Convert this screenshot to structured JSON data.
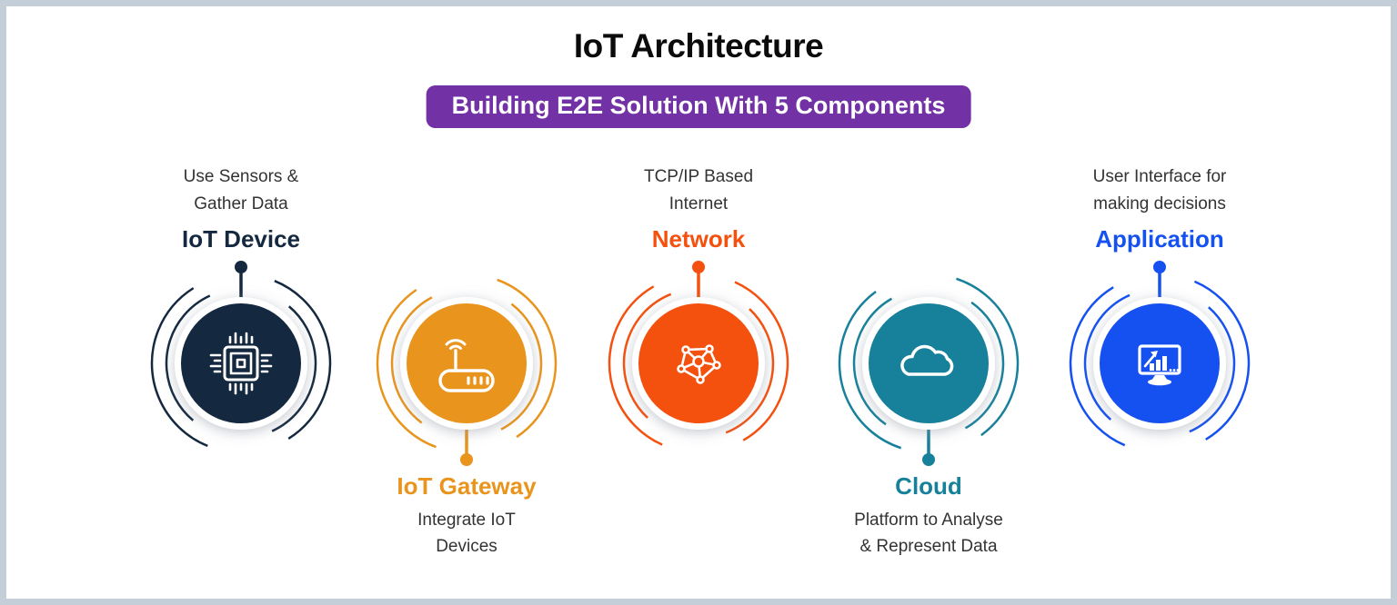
{
  "page": {
    "title": "IoT Architecture",
    "banner": "Building E2E Solution With 5 Components",
    "banner_color": "#7231a5",
    "frame_border_color": "#c3ced8",
    "background_color": "#ffffff",
    "text_color": "#333333"
  },
  "components": [
    {
      "id": "iot-device",
      "title": "IoT Device",
      "description": [
        "Use Sensors &",
        "Gather Data"
      ],
      "color": "#142940",
      "label_position": "top",
      "icon": "chip-icon"
    },
    {
      "id": "iot-gateway",
      "title": "IoT Gateway",
      "description": [
        "Integrate IoT",
        "Devices"
      ],
      "color": "#e8941d",
      "label_position": "bottom",
      "icon": "router-icon"
    },
    {
      "id": "network",
      "title": "Network",
      "description": [
        "TCP/IP Based",
        "Internet"
      ],
      "color": "#f4500e",
      "label_position": "top",
      "icon": "mesh-network-icon"
    },
    {
      "id": "cloud",
      "title": "Cloud",
      "description": [
        "Platform to Analyse",
        "& Represent Data"
      ],
      "color": "#17809a",
      "label_position": "bottom",
      "icon": "cloud-icon"
    },
    {
      "id": "application",
      "title": "Application",
      "description": [
        "User Interface for",
        "making decisions"
      ],
      "color": "#1551f0",
      "label_position": "top",
      "icon": "monitor-chart-icon"
    }
  ]
}
